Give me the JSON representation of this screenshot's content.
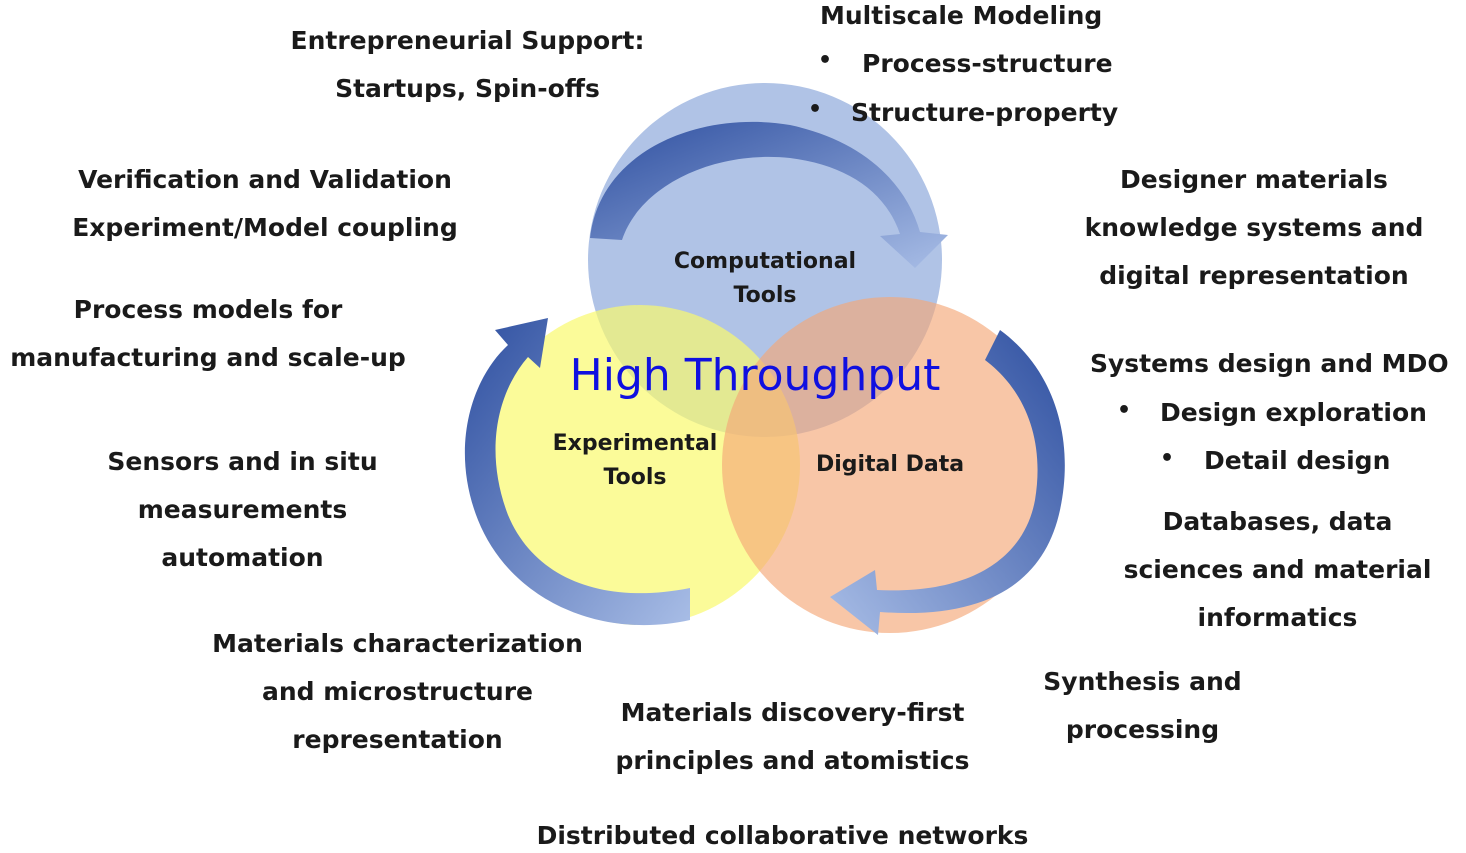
{
  "center_title": "High Throughput",
  "circles": {
    "computational": [
      "Computational",
      "Tools"
    ],
    "experimental": [
      "Experimental",
      "Tools"
    ],
    "digital": [
      "Digital Data"
    ]
  },
  "labels": {
    "entrepreneurial": [
      "Entrepreneurial Support:",
      "Startups, Spin-offs"
    ],
    "multiscale_title": "Multiscale Modeling",
    "multiscale_items": [
      "Process-structure",
      "Structure-property"
    ],
    "verification": [
      "Verification and Validation",
      "Experiment/Model coupling"
    ],
    "designer": [
      "Designer materials",
      "knowledge systems and",
      "digital representation"
    ],
    "process_models": [
      "Process models for",
      "manufacturing and scale-up"
    ],
    "systems_title": "Systems design and MDO",
    "systems_items": [
      "Design exploration",
      "Detail design"
    ],
    "sensors": [
      "Sensors and in situ",
      "measurements",
      "automation"
    ],
    "databases": [
      "Databases, data",
      "sciences and material",
      "informatics"
    ],
    "characterization": [
      "Materials characterization",
      "and microstructure",
      "representation"
    ],
    "synthesis": [
      "Synthesis and",
      "processing"
    ],
    "discovery": [
      "Materials discovery-first",
      "principles and atomistics"
    ],
    "distributed": "Distributed collaborative networks"
  },
  "colors": {
    "computational_fill": "#8fa9dc",
    "experimental_fill": "#fafa6e",
    "digital_fill": "#f4a878",
    "arrow_dark": "#2e4fa0",
    "arrow_light": "#a8bde6",
    "title": "#1010e0"
  }
}
